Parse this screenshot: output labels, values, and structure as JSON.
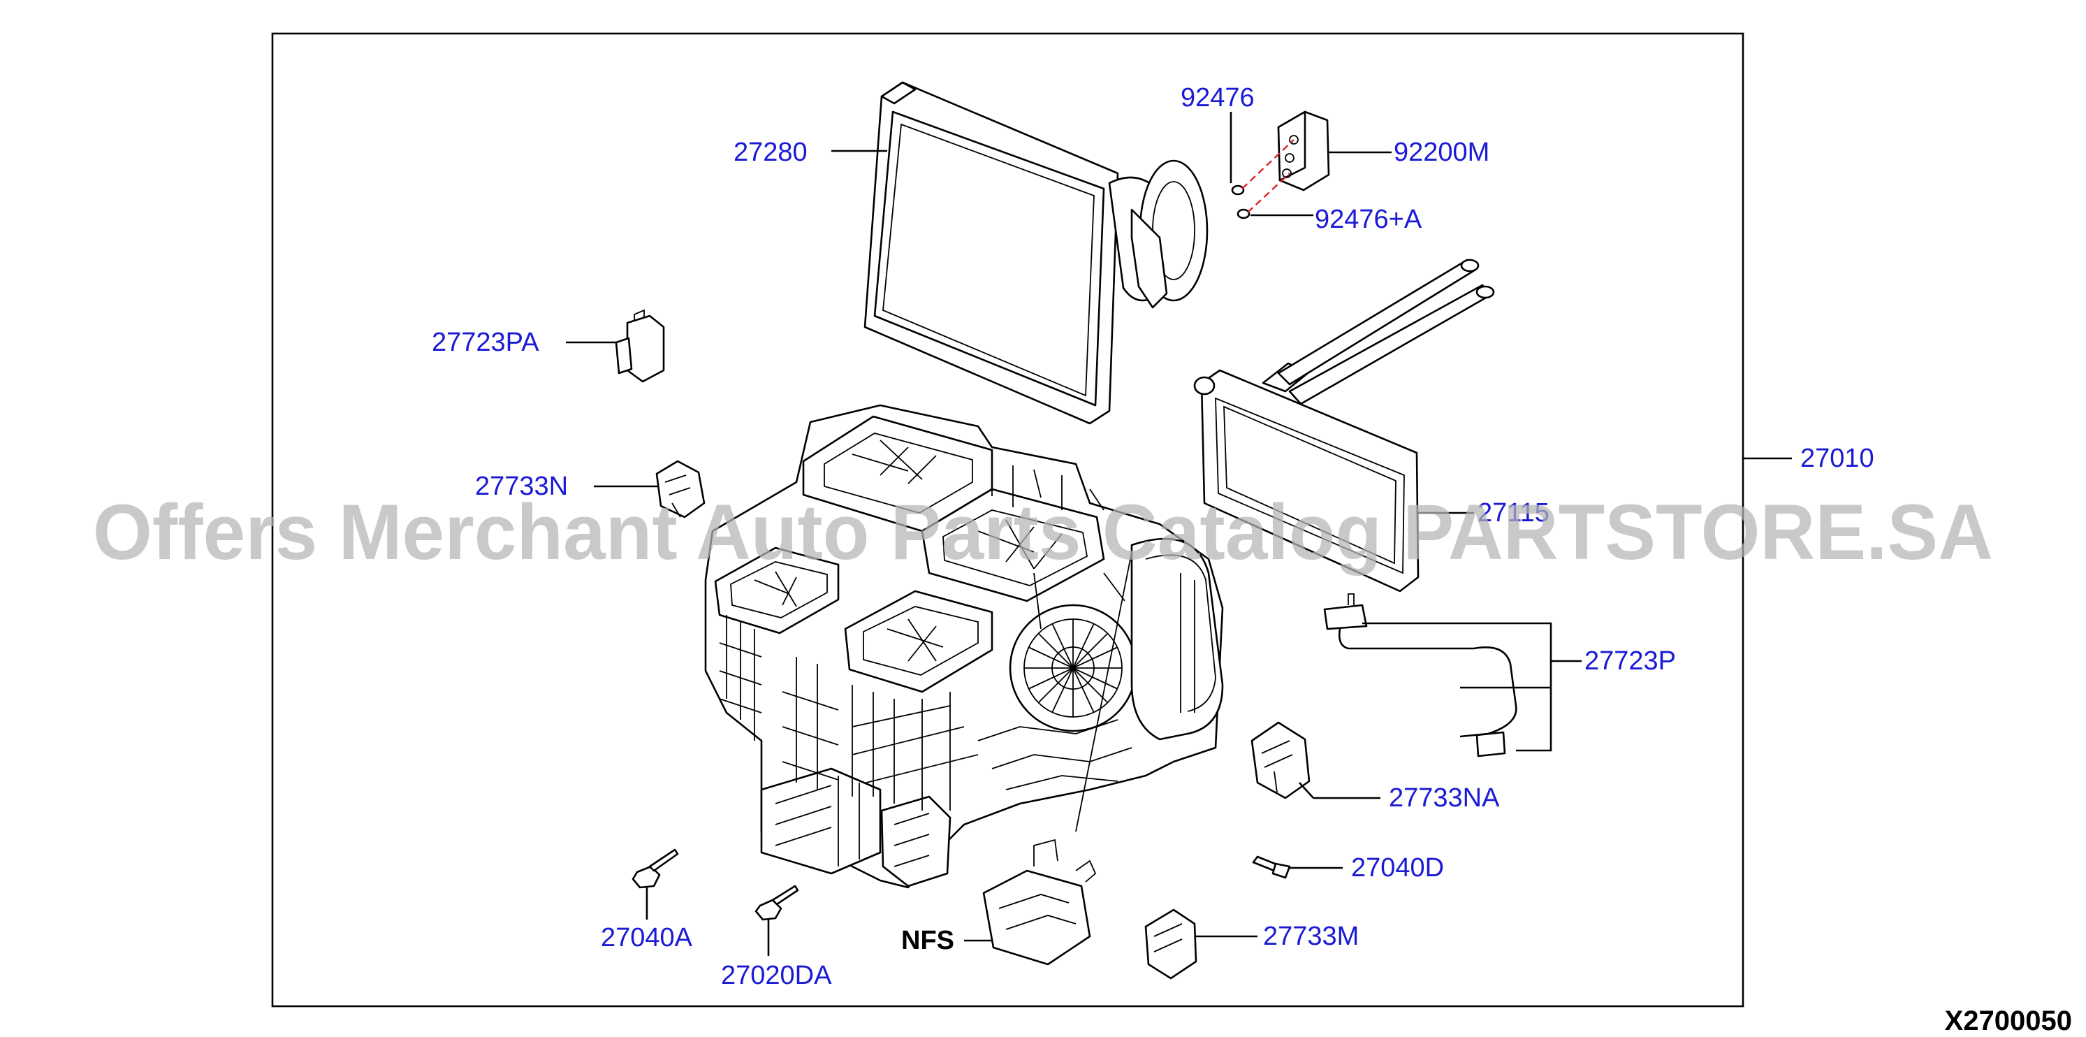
{
  "diagram_code": "X2700050",
  "watermark": "Offers Merchant Auto Parts Catalog PARTSTORE.SA",
  "labels": {
    "p27280": "27280",
    "p92476": "92476",
    "p92200M": "92200M",
    "p92476A": "92476+A",
    "p27723PA": "27723PA",
    "p27733N": "27733N",
    "p27010": "27010",
    "p27140": "27115",
    "p27723P": "27723P",
    "p27733NA": "27733NA",
    "p27040D": "27040D",
    "p27040A": "27040A",
    "p27020DA": "27020DA",
    "nfs": "NFS",
    "p27733M": "27733M"
  },
  "colors": {
    "label": "#1a1ad6",
    "leader": "#000000",
    "seal_dashes": "#e02020",
    "watermark": "#b4b4b4"
  }
}
